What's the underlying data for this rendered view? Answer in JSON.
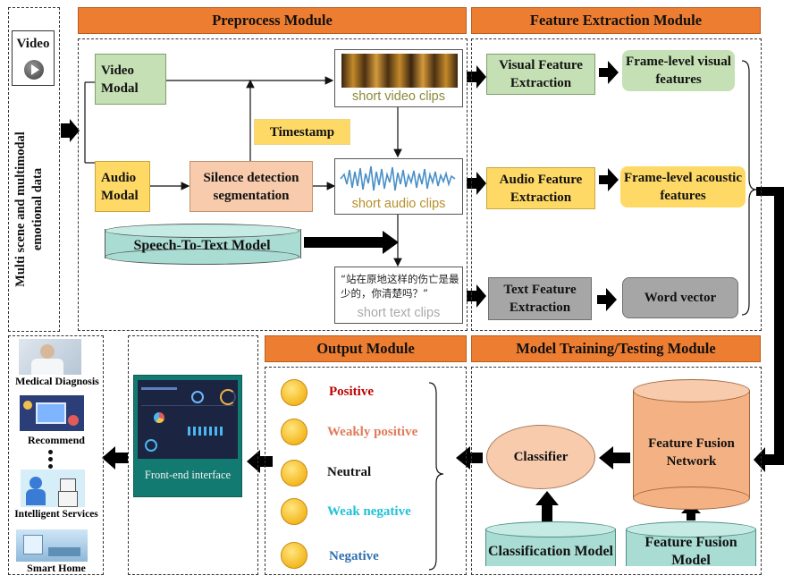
{
  "input": {
    "video_label": "Video",
    "side_label": "Multi scene and multimodal emotional data"
  },
  "modules": {
    "preprocess": "Preprocess Module",
    "feature_extraction": "Feature Extraction Module",
    "output": "Output Module",
    "model_training": "Model Training/Testing Module"
  },
  "preprocess": {
    "video_modal": "Video Modal",
    "audio_modal": "Audio Modal",
    "timestamp": "Timestamp",
    "silence": "Silence detection segmentation",
    "stt": "Speech-To-Text Model",
    "short_video": "short video clips",
    "short_audio": "short audio clips",
    "short_text": "short text clips",
    "text_quote": "“站在原地这样的伤亡是最少的，你清楚吗？”"
  },
  "features": {
    "visual_extract": "Visual Feature Extraction",
    "audio_extract": "Audio Feature Extraction",
    "text_extract": "Text Feature Extraction",
    "visual_out": "Frame-level visual features",
    "acoustic_out": "Frame-level acoustic features",
    "word_vector": "Word vector"
  },
  "training": {
    "classifier": "Classifier",
    "fusion_network": "Feature Fusion Network",
    "classification_model": "Classification Model",
    "fusion_model": "Feature Fusion Model"
  },
  "output": {
    "sentiments": [
      {
        "label": "Positive",
        "color": "#c00000",
        "icon": "grinning-face-icon"
      },
      {
        "label": "Weakly positive",
        "color": "#e07b5a",
        "icon": "smiling-face-icon"
      },
      {
        "label": "Neutral",
        "color": "#111111",
        "icon": "slightly-smiling-face-icon"
      },
      {
        "label": "Weak negative",
        "color": "#21c0d8",
        "icon": "pensive-face-icon"
      },
      {
        "label": "Negative",
        "color": "#2f6fb0",
        "icon": "tired-face-icon"
      }
    ]
  },
  "frontend": {
    "label": "Front-end interface"
  },
  "applications": [
    "Medical Diagnosis",
    "Recommend",
    "Intelligent Services",
    "Smart Home"
  ],
  "colors": {
    "header": "#ed7d31",
    "green": "#c5e0b4",
    "gold": "#ffd966",
    "peach": "#f8cbad",
    "teal": "#a9dcd3",
    "grey": "#a6a6a6"
  }
}
